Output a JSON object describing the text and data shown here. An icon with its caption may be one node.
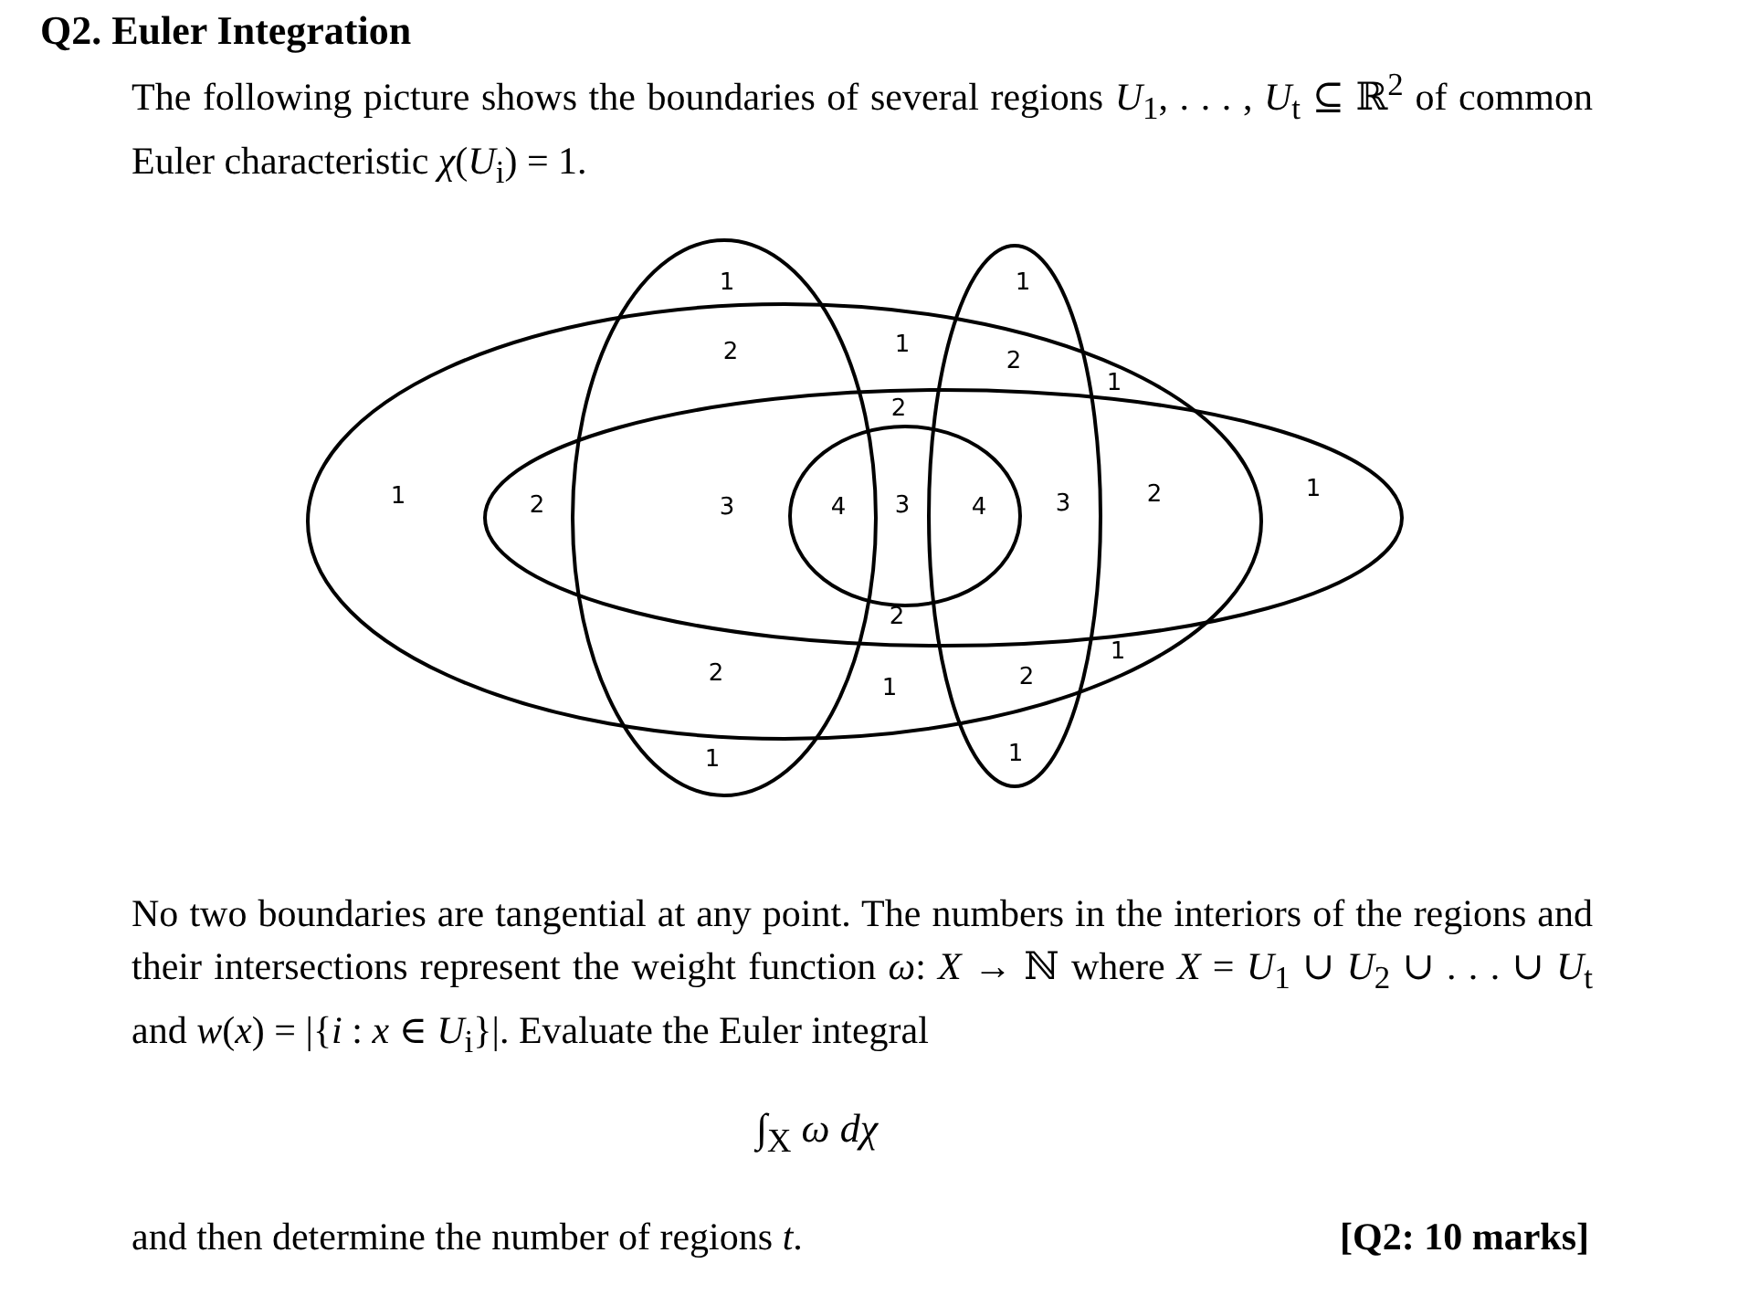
{
  "diagram": {
    "title": "Q2. Euler Integration",
    "nodes": [
      {
        "text": [],
        "shape": "ellipse"
      },
      {
        "text": [],
        "shape": "ellipse"
      },
      {
        "text": [],
        "shape": "ellipse"
      },
      {
        "text": [],
        "shape": "ellipse"
      },
      {
        "text": [],
        "shape": "ellipse",
        "in": 1
      }
    ],
    "labels": [
      "The following picture shows the boundaries of several regions *U*$_{1}$, . . . , *U*$_{t}$ ⊆ ℝ$^{2}$ of common Euler characteristic *χ*(*U*$_{i}$) = 1.",
      "1",
      "1",
      "2",
      "1",
      "2",
      "1",
      "2",
      "1",
      "2",
      "3",
      "4",
      "3",
      "4",
      "3",
      "2",
      "1",
      "2",
      "1",
      "2",
      "1",
      "2",
      "1",
      "1",
      "No two boundaries are tangential at any point. The numbers in the interiors of the regions and their intersections represent the weight function *ω*: *X* → ℕ where *X* = *U*$_{1}$ ∪ *U*$_{2}$ ∪ . . . ∪ *U*$_{t}$ and *w*(*x*) = |{*i* : *x* ∈ *U*$_{i}$}|. Evaluate the Euler integral",
      "∫$_{X}$ *ω dχ*",
      "and then determine the number of regions *t*.",
      "[Q2: 10 marks]"
    ]
  }
}
